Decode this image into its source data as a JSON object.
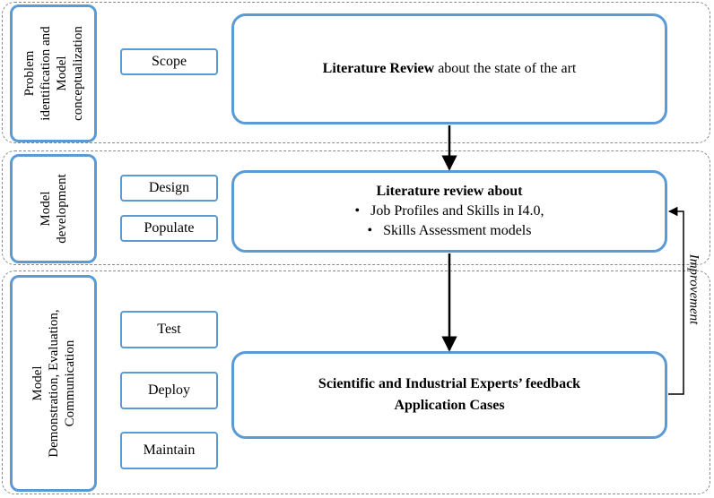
{
  "phases": [
    {
      "label_lines": [
        "Problem",
        "identification and",
        "Model",
        "conceptualization"
      ],
      "tags": [
        "Scope"
      ],
      "box": {
        "bold_lines": [
          "Literature Review"
        ],
        "normal_suffix": " about the state of the art",
        "bullets": []
      }
    },
    {
      "label_lines": [
        "Model",
        "development"
      ],
      "tags": [
        "Design",
        "Populate"
      ],
      "box": {
        "bold_lines": [
          "Literature review about"
        ],
        "normal_suffix": "",
        "bullets": [
          "Job Profiles and Skills in I4.0,",
          "Skills Assessment models"
        ]
      }
    },
    {
      "label_lines": [
        "Model",
        "Demonstration, Evaluation,",
        "Communication"
      ],
      "tags": [
        "Test",
        "Deploy",
        "Maintain"
      ],
      "box": {
        "bold_lines": [
          "Scientific and Industrial Experts’ feedback",
          "Application Cases"
        ],
        "normal_suffix": "",
        "bullets": []
      }
    }
  ],
  "feedback_label": "Improvement",
  "colors": {
    "box_border": "#5b9bd5",
    "phase_border": "#8a8a8a",
    "arrow": "#000000"
  }
}
